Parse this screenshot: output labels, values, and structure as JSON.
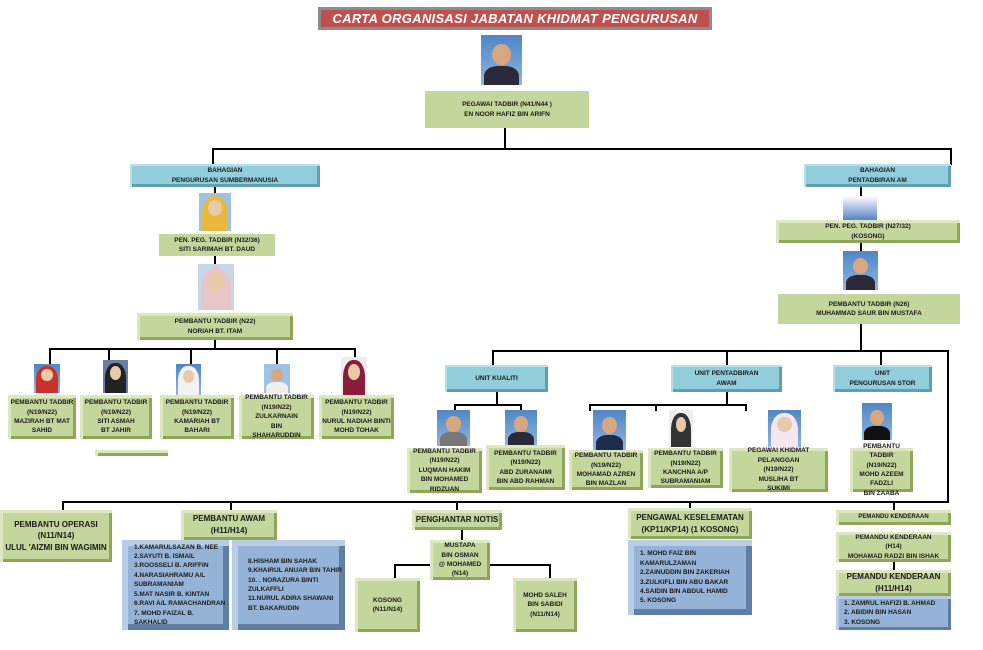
{
  "title": "CARTA ORGANISASI JABATAN KHIDMAT PENGURUSAN",
  "head": "PEGAWAI TADBIR (N41/N44 )\nEN NOOR HAFIZ BIN ARIFN",
  "divisions": {
    "hr": "BAHAGIAN\nPENGURUSAN SUMBERMANUSIA",
    "admin": "BAHAGIAN\nPENTADBIRAN AM"
  },
  "hr": {
    "ppt": "PEN. PEG. TADBIR (N32/36)\nSITI SARIMAH BT. DAUD",
    "pt": "PEMBANTU TADBIR  (N22)\nNORIAH BT. ITAM",
    "staff": [
      "PEMBANTU TADBIR\n(N19/N22)\nMAZIRAH BT MAT\nSAHID",
      "PEMBANTU TADBIR\n(N19/N22)\nSITI ASMAH\nBT JAHIR",
      "PEMBANTU TADBIR\n(N19/N22)\nKAMARIAH BT\nBAHARI",
      "PEMBANTU TADBIR\n(N19/N22)\nZULKARNAIN\nBIN\nSHAHARUDDIN",
      "PEMBANTU TADBIR\n(N19/N22)\nNURUL NADIAH BINTI\nMOHD TOHAK"
    ]
  },
  "admin": {
    "ppt": "PEN. PEG. TADBIR (N27/32)\n(KOSONG)",
    "pt": "PEMBANTU TADBIR (N26)\nMUHAMMAD SAUR BIN MUSTAFA",
    "units": [
      "UNIT KUALITI",
      "UNIT PENTADBIRAN\nAWAM",
      "UNIT\nPENGURUSAN STOR"
    ],
    "kualiti": [
      "PEMBANTU TADBIR\n(N19/N22)\nLUQMAN HAKIM\nBIN MOHAMED RIDZUAN",
      "PEMBANTU TADBIR\n(N19/N22)\nABD ZURANAIMI\nBIN ABD RAHMAN"
    ],
    "awam": [
      "PEMBANTU TADBIR\n(N19/N22)\nMOHAMAD AZREN\nBIN MAZLAN",
      "PEMBANTU TADBIR\n(N19/N22)\nKANCHNA A/P\nSUBRAMANIAM",
      "PEGAWAI KHIDMAT PELANGGAN\n(N19/N22)\nMUSLIHA BT\nSUKIMI"
    ],
    "stor": [
      "PEMBANTU TADBIR\n(N19/N22)\nMOHD AZEEM FADZLI\nBIN ZAABA"
    ]
  },
  "bottom": {
    "operasi": "PEMBANTU OPERASI (N11/N14)\nULUL 'AIZMI  BIN WAGIMIN",
    "awam_head": "PEMBANTU AWAM\n(H11/H14)",
    "awam_list1": "1.KAMARULSAZAN B. NEE\n2.SAYUTI B. ISMAIL\n3.ROOSSELI B. ARIFFIN\n4.NARASIAHRAMU A/L\nSUBRAMANIAM\n5.MAT NASIR B. KINTAN\n6.RAVI A/L RAMACHANDRAN\n7. MOHD FAIZAL B. SAKHALID",
    "awam_list2": "8.HISHAM BIN SAHAK\n9.KHAIRUL ANUAR BIN TAHIR\n10. . NORAZURA BINTI\nZULKAFFLI\n11.NURUL ADIRA SHAWANI\nBT. BAKARUDIN",
    "notis_head": "PENGHANTAR NOTIS",
    "notis_main": "MUSTAPA\nBIN OSMAN\n@ MOHAMED\n(N14)",
    "notis_left": "KOSONG\n(N11/N14)",
    "notis_right": "MOHD SALEH\nBIN SABIDI\n(N11/N14)",
    "guard_head": "PENGAWAL KESELEMATAN\n(KP11/KP14)  (1 KOSONG)",
    "guard_list": "1. MOHD FAIZ BIN KAMARULZAMAN\n2.ZAINUDDIN BIN ZAKERIAH\n3.ZULKIFLI BIN ABU BAKAR\n4.SAIDIN BIN ABDUL HAMID\n5. KOSONG",
    "driver_title": "PEMANDU KENDERAAN",
    "driver_h14": "PEMANDU KENDERAAN\n(H14)\nMOHAMAD  RADZI BIN ISHAK",
    "driver_head": "PEMANDU KENDERAAN\n(H11/H14)",
    "driver_list": "1. ZAMRUL HAFIZI B. AHMAD\n2. ABIDIN BIN HASAN\n3. KOSONG"
  },
  "colors": {
    "title": "#c0504d",
    "green": "#c3d69b",
    "blue": "#92cddc",
    "list": "#95b3d7"
  }
}
